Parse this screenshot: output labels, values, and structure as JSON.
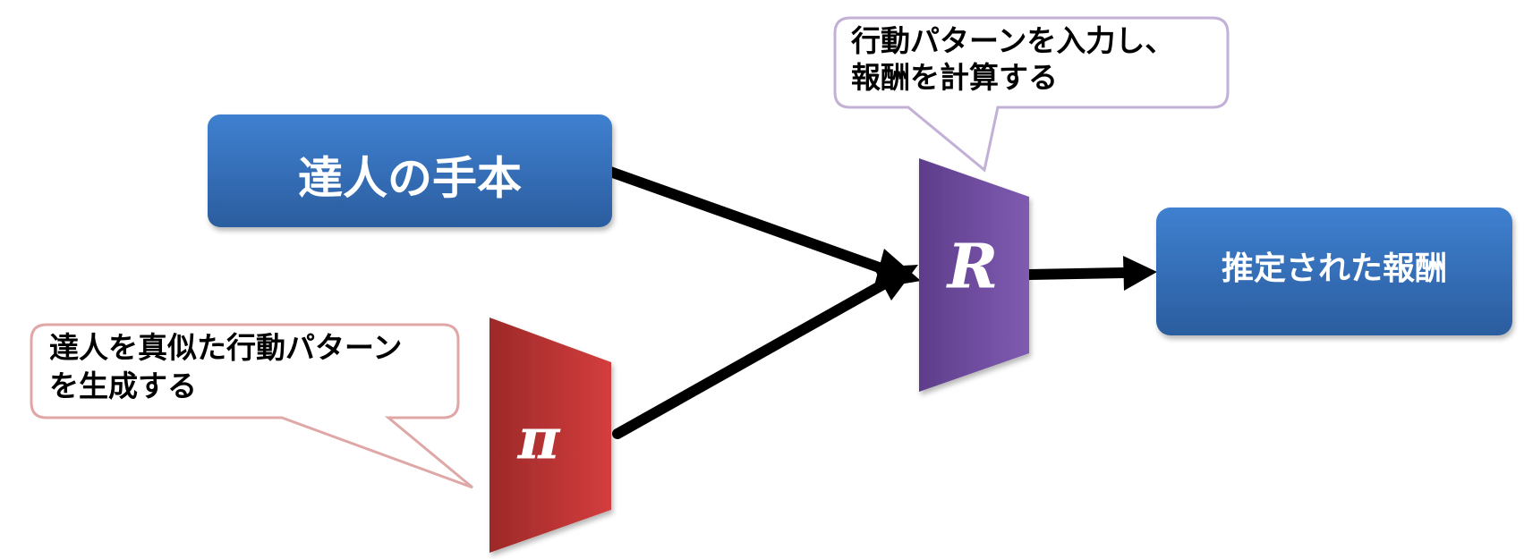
{
  "diagram": {
    "expert_box": {
      "label": "達人の手本"
    },
    "policy_block": {
      "symbol": "π"
    },
    "reward_block": {
      "symbol": "R"
    },
    "output_box": {
      "label": "推定された報酬"
    },
    "reward_callout": {
      "line1": "行動パターンを入力し、",
      "line2": "報酬を計算する"
    },
    "policy_callout": {
      "line1": "達人を真似た行動パターン",
      "line2": "を生成する"
    }
  },
  "colors": {
    "box_top": "#3E7FCF",
    "box_bottom": "#2A5C9E",
    "policy_left": "#9E2A2A",
    "policy_right": "#D33C3C",
    "reward_left": "#5E3E8C",
    "reward_right": "#7E5AB0",
    "reward_callout_border": "#C3B0D6",
    "policy_callout_border": "#E0A7A7",
    "arrow": "#000000"
  }
}
